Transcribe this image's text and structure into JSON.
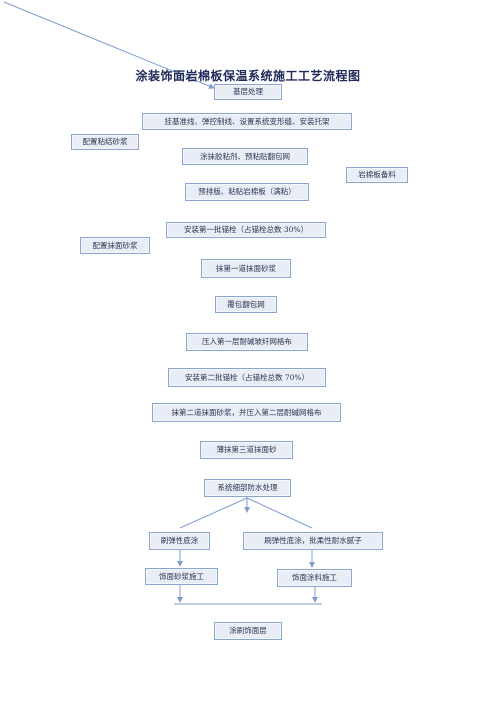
{
  "diagram": {
    "title": "涂装饰面岩棉板保温系统施工工艺流程图",
    "steps": {
      "s1": "基层处理",
      "s2": "挂基准线、弹控制线、设置系统变形缝、安装托架",
      "s3": "涂抹胶粘剂、预粘贴翻包网",
      "s4": "预排版、粘贴岩棉板（满粘）",
      "s5": "安装第一批锚栓（占锚栓总数 30%）",
      "s6": "抹第一道抹面砂浆",
      "s7": "覆包翻包网",
      "s8": "压入第一层耐碱玻纤网格布",
      "s9": "安装第二批锚栓（占锚栓总数 70%）",
      "s10": "抹第二道抹面砂浆，并压入第二层耐碱网格布",
      "s11": "薄抹第三道抹面砂",
      "s12": "系统细部防水处理",
      "left1": "刷弹性底涂",
      "left2": "饰面砂浆施工",
      "right1": "刷弹性底涂，批柔性耐水腻子",
      "right2": "饰面涂料施工",
      "final": "涂刷饰面层"
    },
    "side_inputs": {
      "in1": "配置粘结砂浆",
      "in2": "岩棉板备料",
      "in3": "配置抹面砂浆"
    },
    "colors": {
      "box_fill": "#e9eef6",
      "box_border": "#8aa6cc",
      "arrow": "#7f9fcb"
    }
  }
}
